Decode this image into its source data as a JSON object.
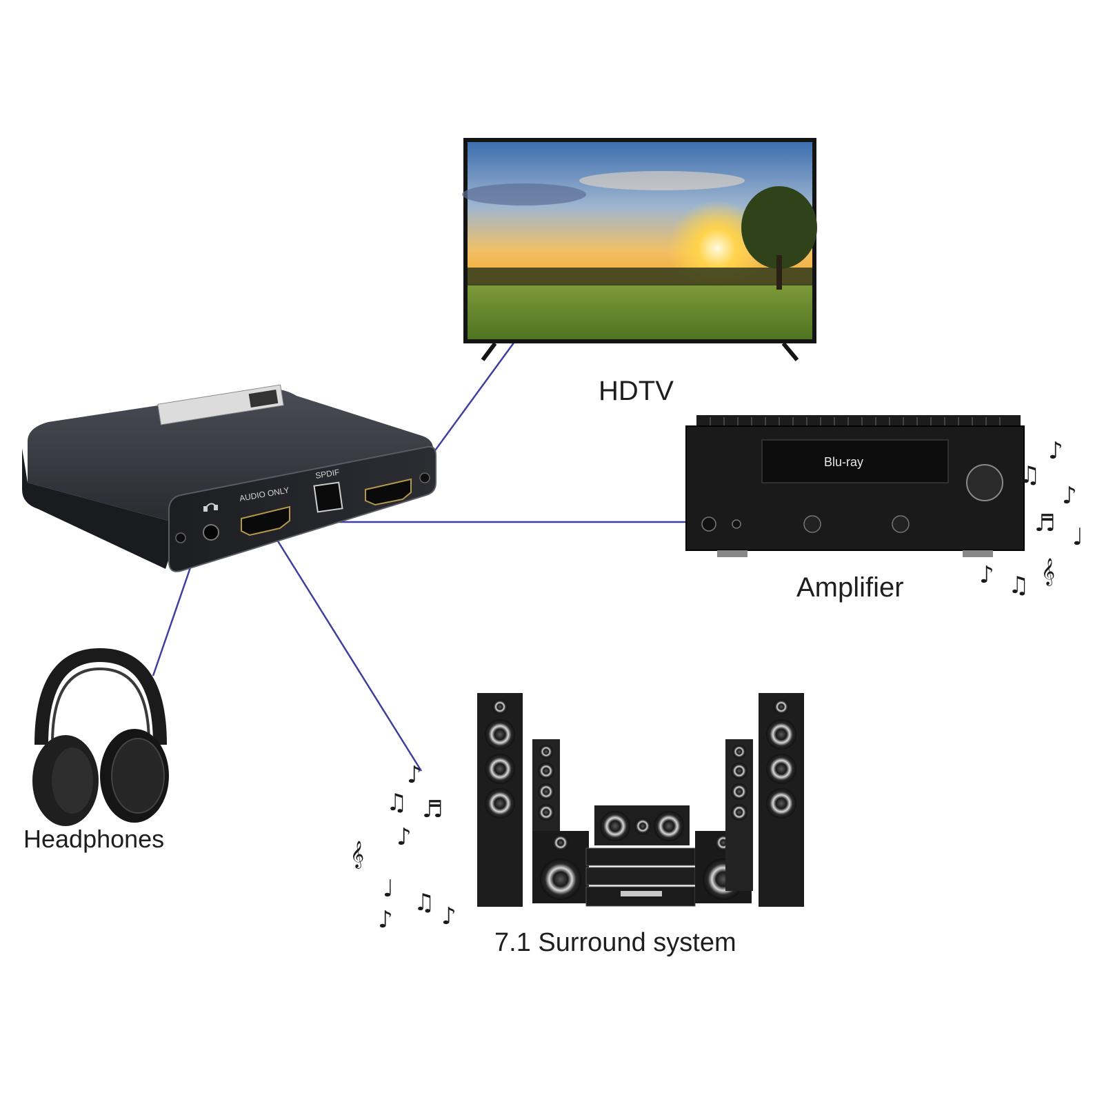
{
  "colors": {
    "connector": "#3f3f9e",
    "device_body": "#26272c",
    "background": "#ffffff",
    "label_text": "#1e1e1e"
  },
  "extractor": {
    "port_audio_only": "AUDIO ONLY",
    "port_spdif": "SPDIF",
    "headphone_icon": "headphones-icon"
  },
  "amplifier_display": {
    "text": "Blu-ray"
  },
  "labels": {
    "hdtv": "HDTV",
    "amplifier": "Amplifier",
    "headphones": "Headphones",
    "surround": "7.1 Surround system"
  }
}
